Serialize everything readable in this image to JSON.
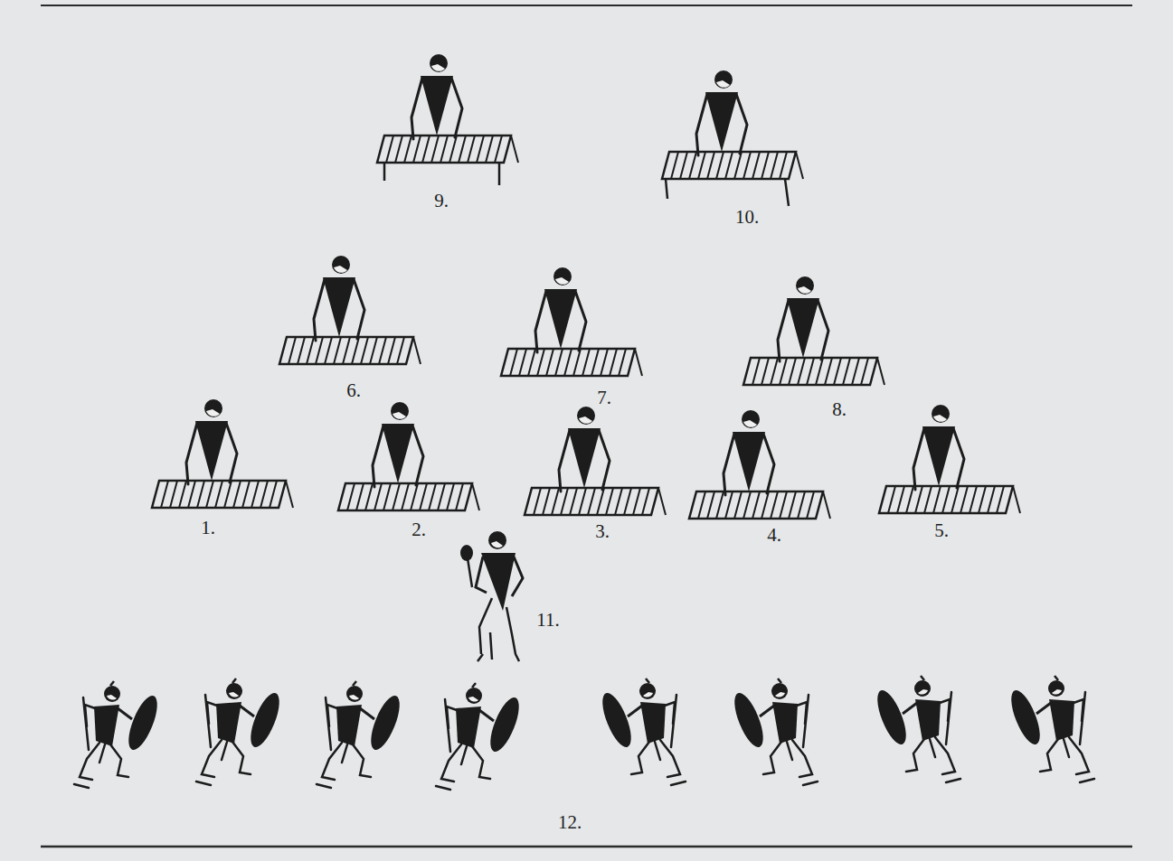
{
  "diagram": {
    "labels": [
      "9.",
      "10.",
      "6.",
      "7.",
      "8.",
      "1.",
      "2.",
      "3.",
      "4.",
      "5.",
      "11.",
      "12."
    ]
  }
}
